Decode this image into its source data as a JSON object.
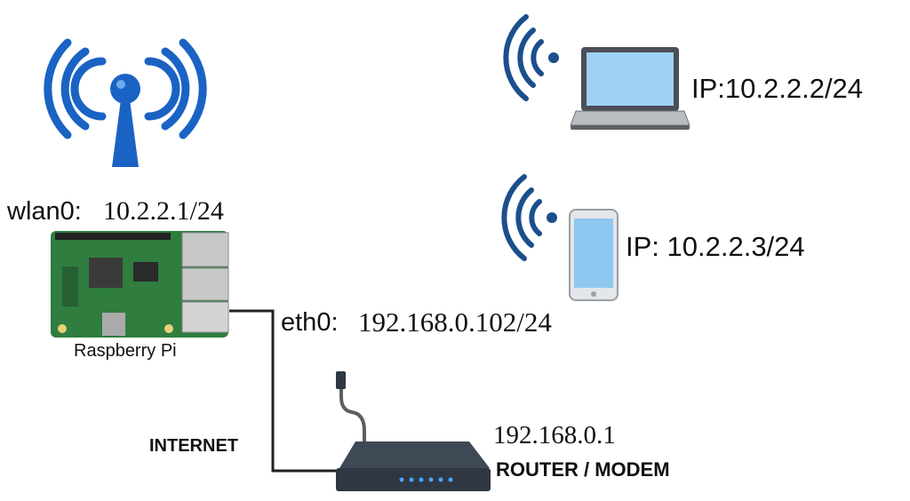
{
  "raspberry_pi": {
    "wlan_label": "wlan0:",
    "wlan_ip": "10.2.2.1/24",
    "caption": "Raspberry Pi",
    "eth_label": "eth0:",
    "eth_ip": "192.168.0.102/24"
  },
  "laptop": {
    "ip_label": "IP:10.2.2.2/24"
  },
  "phone": {
    "ip_label": "IP: 10.2.2.3/24"
  },
  "router": {
    "ip": "192.168.0.1",
    "caption": "ROUTER / MODEM"
  },
  "link": {
    "label": "INTERNET"
  },
  "colors": {
    "wifi_blue": "#1a63c4",
    "wifi_dark_blue": "#1b4f8c",
    "pcb_green": "#2f7d3f",
    "router_body": "#2f3742",
    "router_led": "#4aa3ff",
    "phone_screen": "#8ec7ef"
  }
}
